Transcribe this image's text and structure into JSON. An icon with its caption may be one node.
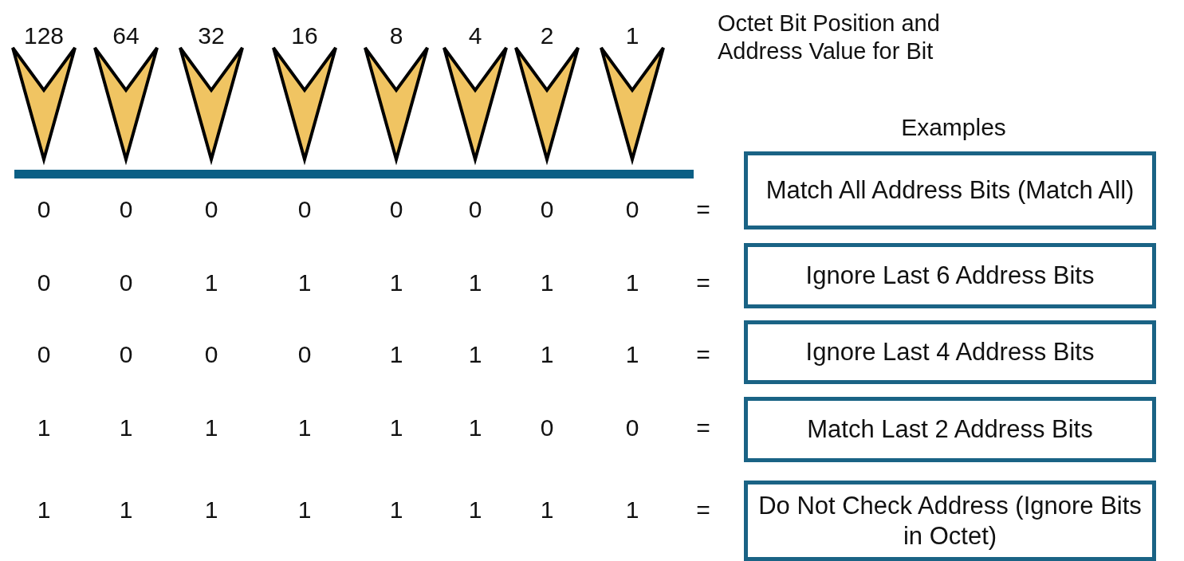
{
  "diagram": {
    "nodes": [
      {
        "text": [
          "Match All Address Bits (Match All)"
        ]
      },
      {
        "text": [
          "Ignore Last 6 Address Bits"
        ]
      },
      {
        "text": [
          "Ignore Last 4 Address Bits"
        ]
      },
      {
        "text": [
          "Match Last 2 Address Bits"
        ]
      },
      {
        "text": [
          "Do Not Check Address (Ignore Bits in Octet)"
        ]
      }
    ],
    "labels": [
      "128",
      "64",
      "32",
      "16",
      "8",
      "4",
      "2",
      "1",
      "Octet Bit Position and Address Value for Bit",
      "Examples",
      "0",
      "0",
      "0",
      "0",
      "0",
      "0",
      "0",
      "0",
      "=",
      "0",
      "0",
      "1",
      "1",
      "1",
      "1",
      "1",
      "1",
      "=",
      "0",
      "0",
      "0",
      "0",
      "1",
      "1",
      "1",
      "1",
      "=",
      "1",
      "1",
      "1",
      "1",
      "1",
      "1",
      "0",
      "0",
      "=",
      "1",
      "1",
      "1",
      "1",
      "1",
      "1",
      "1",
      "1",
      "="
    ]
  }
}
